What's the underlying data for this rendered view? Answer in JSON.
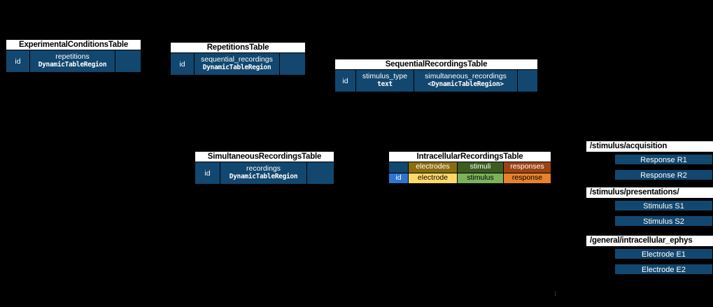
{
  "tables": [
    {
      "id": "experimental-conditions",
      "title": "ExperimentalConditionsTable",
      "columns": [
        {
          "name": "id",
          "type": ""
        },
        {
          "name": "repetitions",
          "type": "DynamicTableRegion"
        },
        {
          "name": "...",
          "type": ""
        }
      ]
    },
    {
      "id": "repetitions",
      "title": "RepetitionsTable",
      "columns": [
        {
          "name": "id",
          "type": ""
        },
        {
          "name": "sequential_recordings",
          "type": "DynamicTableRegion"
        },
        {
          "name": "...",
          "type": ""
        }
      ]
    },
    {
      "id": "sequential-recordings",
      "title": "SequentialRecordingsTable",
      "columns": [
        {
          "name": "id",
          "type": ""
        },
        {
          "name": "stimulus_type",
          "type": "text"
        },
        {
          "name": "simultaneous_recordings",
          "type": "<DynamicTableRegion>"
        },
        {
          "name": "...",
          "type": ""
        }
      ]
    },
    {
      "id": "simultaneous-recordings",
      "title": "SimultaneousRecordingsTable",
      "columns": [
        {
          "name": "id",
          "type": ""
        },
        {
          "name": "recordings",
          "type": "DynamicTableRegion"
        },
        {
          "name": "...",
          "type": ""
        }
      ]
    }
  ],
  "intracellular_table": {
    "title": "IntracellularRecordingsTable",
    "categories": [
      {
        "label": "",
        "color": "#12476f"
      },
      {
        "label": "electrodes",
        "color": "#8a6d11"
      },
      {
        "label": "stimuli",
        "color": "#3c5c22"
      },
      {
        "label": "responses",
        "color": "#9c4414"
      }
    ],
    "columns": [
      {
        "label": "id",
        "color": "#2f74cf"
      },
      {
        "label": "electrode",
        "color": "#ffd86b"
      },
      {
        "label": "stimulus",
        "color": "#7cb25a"
      },
      {
        "label": "response",
        "color": "#e8812d"
      }
    ]
  },
  "groups": [
    {
      "id": "stimulus-acquisition",
      "title": "/stimulus/acquisition",
      "items": [
        "Response R1",
        "Response R2"
      ]
    },
    {
      "id": "stimulus-presentations",
      "title": "/stimulus/presentations/",
      "items": [
        "Stimulus S1",
        "Stimulus S2"
      ]
    },
    {
      "id": "general-intracellular-ephys",
      "title": "/general/intracellular_ephys",
      "items": [
        "Electrode E1",
        "Electrode E2"
      ]
    }
  ],
  "page_marker": "1",
  "colors": {
    "background": "#000000",
    "table_blue": "#12476f",
    "title_bg": "#ffffff",
    "border": "#000000",
    "ellipsis_text": "#3f3f3f"
  }
}
